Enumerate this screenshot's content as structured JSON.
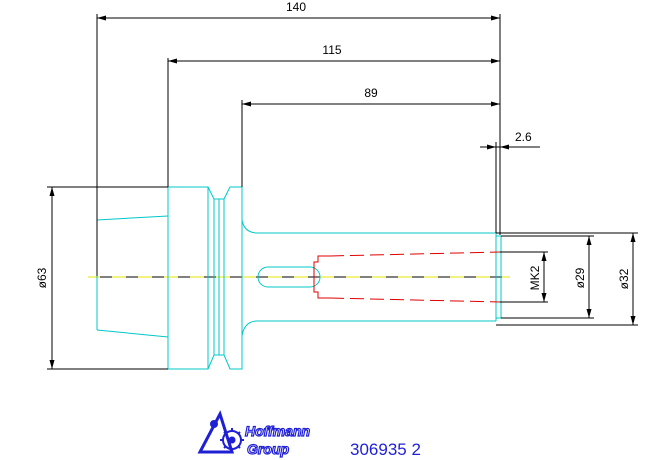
{
  "dimensions": {
    "len_140": "140",
    "len_115": "115",
    "len_89": "89",
    "len_2_6": "2.6",
    "dia_63": "ø63",
    "dia_29": "ø29",
    "dia_32": "ø32",
    "taper": "MK2"
  },
  "logo": {
    "line1": "Hoffmann",
    "line2": "Group"
  },
  "part_number": "306935 2",
  "colors": {
    "outline": "#00c8c8",
    "taper": "#e00000",
    "axis": "#e6e600",
    "dimension": "#000000",
    "logo": "#1f1fd6"
  }
}
